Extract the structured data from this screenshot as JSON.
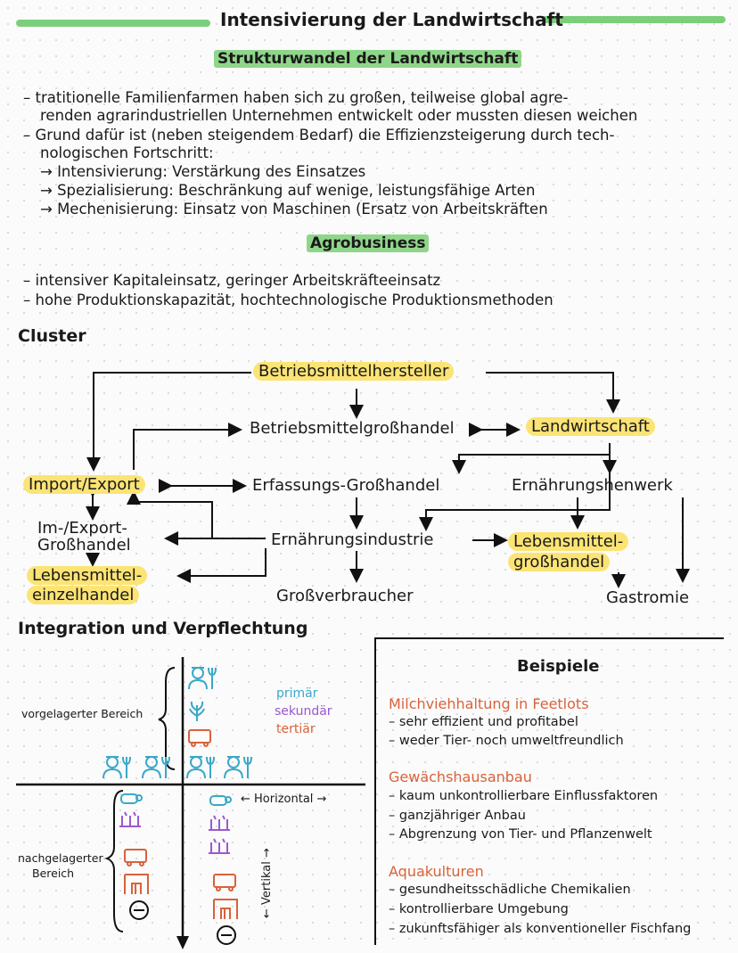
{
  "title": "Intensivierung der Landwirtschaft",
  "section1": {
    "heading": "Strukturwandel der Landwirtschaft",
    "lines": [
      "– tratitionelle Familienfarmen haben sich zu großen, teilweise global agre-",
      "renden agrarindustriellen Unternehmen entwickelt oder mussten diesen weichen",
      "– Grund dafür ist (neben steigendem Bedarf) die Effizienzsteigerung durch tech-",
      "nologischen Fortschritt:",
      "→ Intensivierung: Verstärkung des Einsatzes",
      "→ Spezialisierung: Beschränkung auf wenige, leistungsfähige Arten",
      "→ Mechenisierung: Einsatz von Maschinen (Ersatz von Arbeitskräften"
    ]
  },
  "section2": {
    "heading": "Agrobusiness",
    "lines": [
      "– intensiver Kapitaleinsatz, geringer Arbeitskräfteeinsatz",
      "– hohe Produktionskapazität, hochtechnologische Produktionsmethoden"
    ]
  },
  "cluster": {
    "heading": "Cluster",
    "nodes": {
      "betriebsmittelhersteller": "Betriebsmittelhersteller",
      "betriebsmittelgrosshandel": "Betriebsmittelgroßhandel",
      "landwirtschaft": "Landwirtschaft",
      "import_export": "Import/Export",
      "erfassungs": "Erfassungs-Großhandel",
      "ernaehrungshandwerk": "Ernährungshenwerk",
      "im_export_gh_1": "Im-/Export-",
      "im_export_gh_2": "Großhandel",
      "ernaehrungsindustrie": "Ernährungsindustrie",
      "lm_grosshandel_1": "Lebensmittel-",
      "lm_grosshandel_2": "großhandel",
      "lm_einzelhandel_1": "Lebensmittel-",
      "lm_einzelhandel_2": "einzelhandel",
      "grossverbraucher": "Großverbraucher",
      "gastronomie": "Gastromie"
    }
  },
  "integration": {
    "heading": "Integration und Verpflechtung",
    "vorgelagert": "vorgelagerter Bereich",
    "nachgelagert_1": "nachgelagerter",
    "nachgelagert_2": "Bereich",
    "horizontal": "← Horizontal →",
    "vertikal": "← Vertikal →",
    "legend": {
      "primaer": "primär",
      "sekundaer": "sekundär",
      "tertiaer": "tertiär"
    },
    "colors": {
      "primary": "#3aa8c8",
      "secondary": "#9b59d0",
      "tertiary": "#d9623a"
    }
  },
  "beispiele": {
    "heading": "Beispiele",
    "groups": [
      {
        "title": "Milchviehhaltung in Feetlots",
        "items": [
          "– sehr effizient und profitabel",
          "– weder Tier- noch umweltfreundlich"
        ]
      },
      {
        "title": "Gewächshausanbau",
        "items": [
          "– kaum unkontrollierbare Einflussfaktoren",
          "– ganzjähriger Anbau",
          "– Abgrenzung von Tier- und Pflanzenwelt"
        ]
      },
      {
        "title": "Aquakulturen",
        "items": [
          "– gesundheitsschädliche Chemikalien",
          "– kontrollierbare Umgebung",
          "– zukunftsfähiger als konventioneller Fischfang"
        ]
      }
    ]
  },
  "accent_colors": {
    "green": "#8fd68a",
    "yellow": "#fbe474",
    "orange": "#d9623a"
  }
}
